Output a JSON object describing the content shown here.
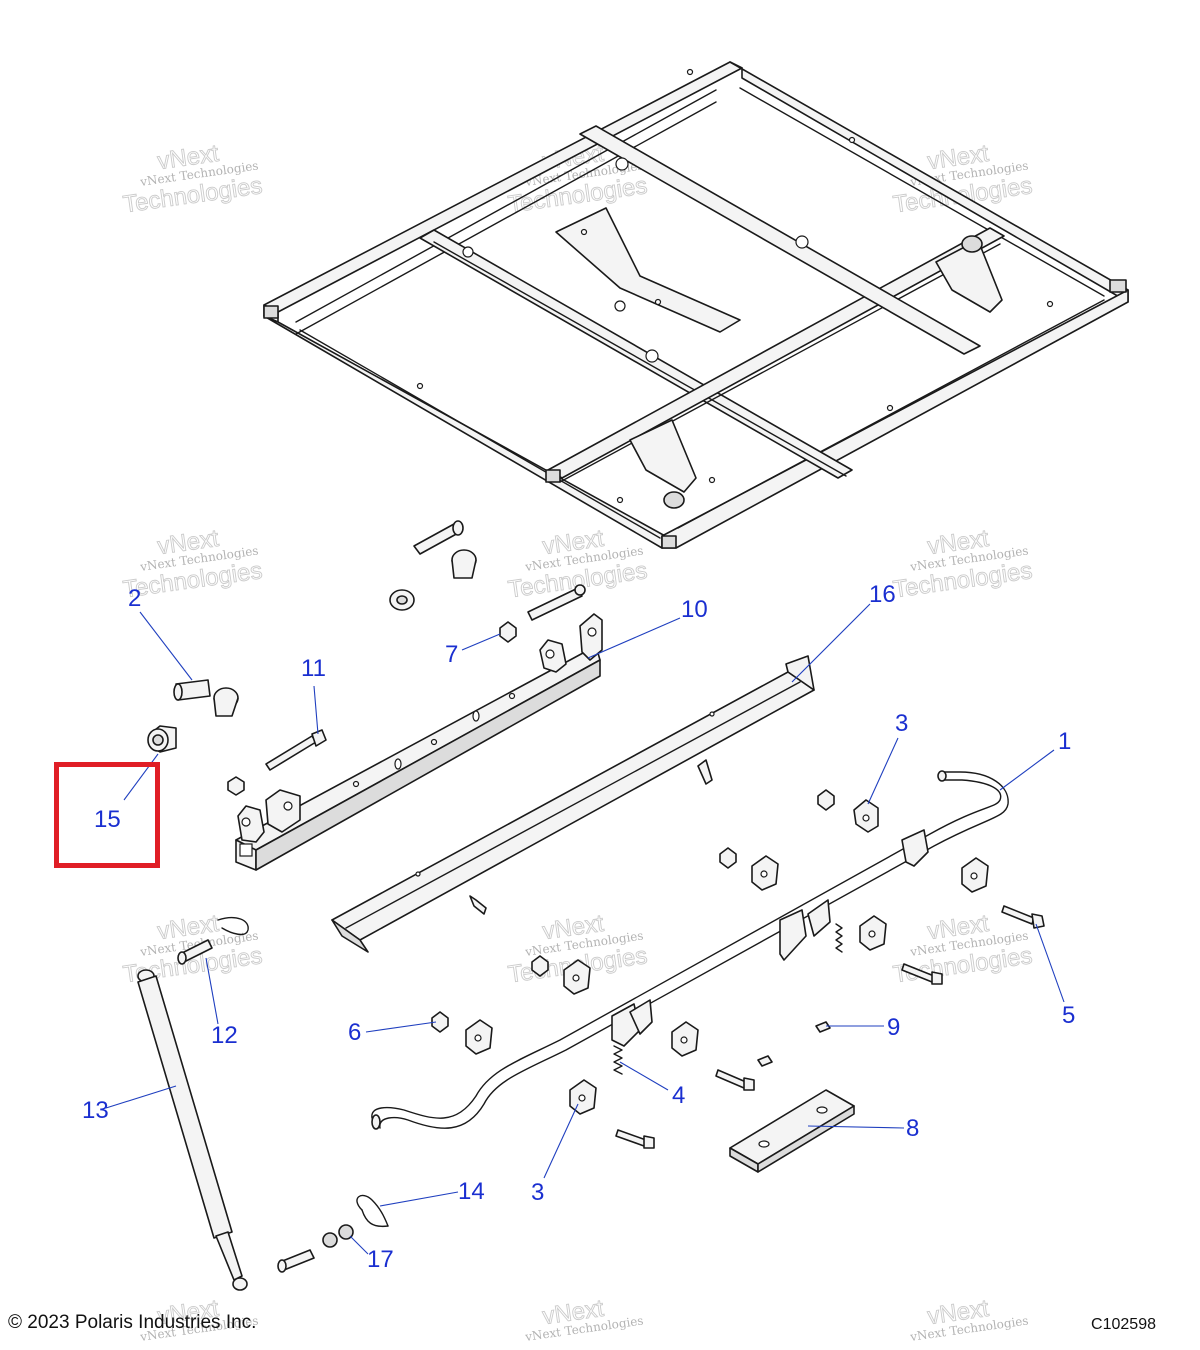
{
  "callouts": [
    {
      "id": "1",
      "label": "1"
    },
    {
      "id": "2",
      "label": "2"
    },
    {
      "id": "3a",
      "label": "3"
    },
    {
      "id": "3b",
      "label": "3"
    },
    {
      "id": "4",
      "label": "4"
    },
    {
      "id": "5",
      "label": "5"
    },
    {
      "id": "6",
      "label": "6"
    },
    {
      "id": "7",
      "label": "7"
    },
    {
      "id": "8",
      "label": "8"
    },
    {
      "id": "9",
      "label": "9"
    },
    {
      "id": "10",
      "label": "10"
    },
    {
      "id": "11",
      "label": "11"
    },
    {
      "id": "12",
      "label": "12"
    },
    {
      "id": "13",
      "label": "13"
    },
    {
      "id": "14",
      "label": "14"
    },
    {
      "id": "15",
      "label": "15"
    },
    {
      "id": "16",
      "label": "16"
    },
    {
      "id": "17",
      "label": "17"
    }
  ],
  "watermark": {
    "brand": "vNext",
    "small": "vNext Technologies",
    "large": "Technologies"
  },
  "highlight": {
    "part": "15",
    "color": "#e01e26"
  },
  "colors": {
    "callout": "#1a2fd0",
    "leader": "#1f3fbf",
    "outline": "#1a1a1a"
  },
  "footer": {
    "copyright": "© 2023 Polaris Industries Inc.",
    "drawing_number": "C102598"
  }
}
